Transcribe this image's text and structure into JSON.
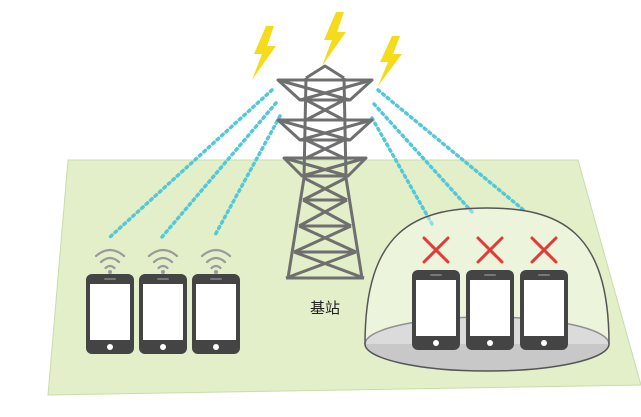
{
  "label": {
    "station": "基站"
  },
  "colors": {
    "ground": "#e2efc9",
    "ground_edge": "#c9dcaa",
    "tower": "#6f6f6f",
    "bolt": "#f4dc1d",
    "signal_line": "#55c8d8",
    "phone_body": "#444444",
    "wifi_icon": "#9a9a9a",
    "blocked_mark": "#e53935",
    "dome_floor": "#c8c8c8"
  },
  "icons": [
    "lightning-bolt-icon",
    "wifi-icon",
    "smartphone-icon",
    "cross-icon"
  ],
  "groups": {
    "connected_phones": 3,
    "shielded_phones": 3
  }
}
